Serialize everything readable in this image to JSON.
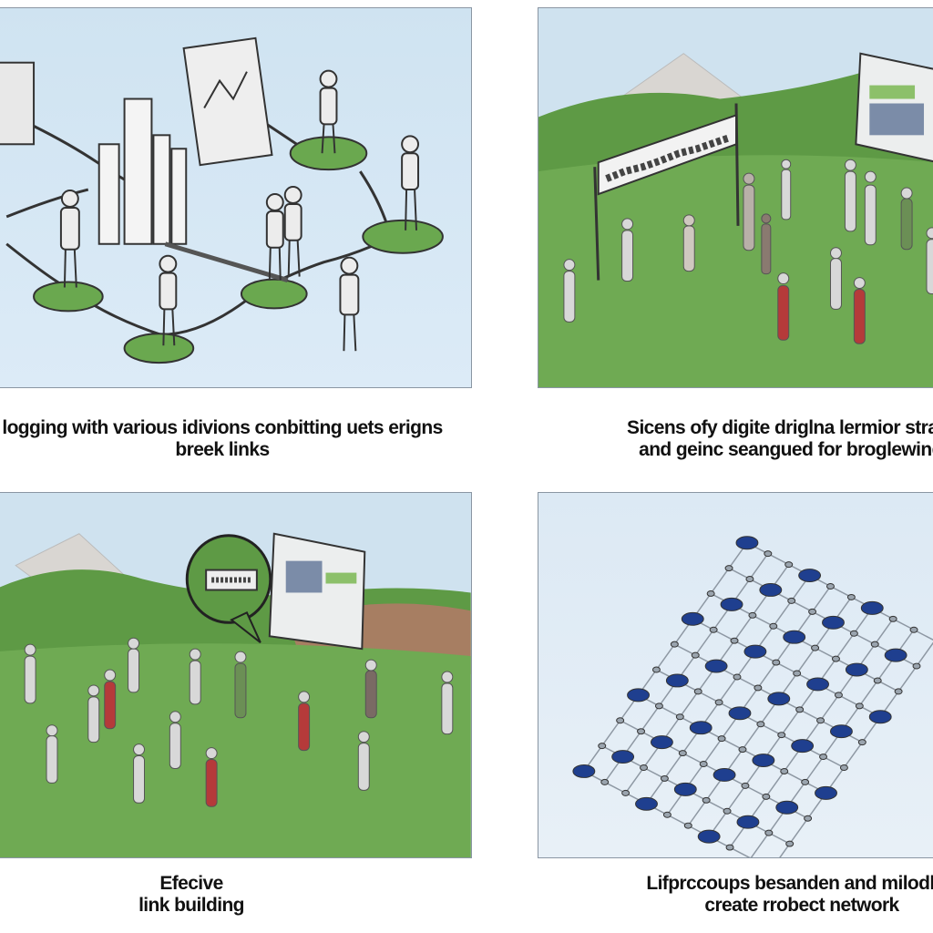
{
  "panels": [
    {
      "caption_line1": "logging with various idivions conbitting uets erigns",
      "caption_line2": "breek links"
    },
    {
      "caption_line1": "Sicens ofy digite driglna lermior strato",
      "caption_line2": "and geinc seangued for broglewind"
    },
    {
      "caption_line1": "Efecive",
      "caption_line2": "link building"
    },
    {
      "caption_line1": "Lifprccoups besanden and milodligr",
      "caption_line2": "create rrobect network"
    }
  ],
  "icons": [
    "chain-link-icon",
    "bar-chart-icon",
    "person-icon",
    "banner-icon",
    "speech-bubble-icon",
    "screen-icon",
    "node-icon"
  ],
  "colors": {
    "grass": "#5e9a45",
    "sky": "#cfe2ef",
    "pad": "#6aa84f",
    "node": "#1f3f8f",
    "red_figure": "#b53a3a"
  }
}
